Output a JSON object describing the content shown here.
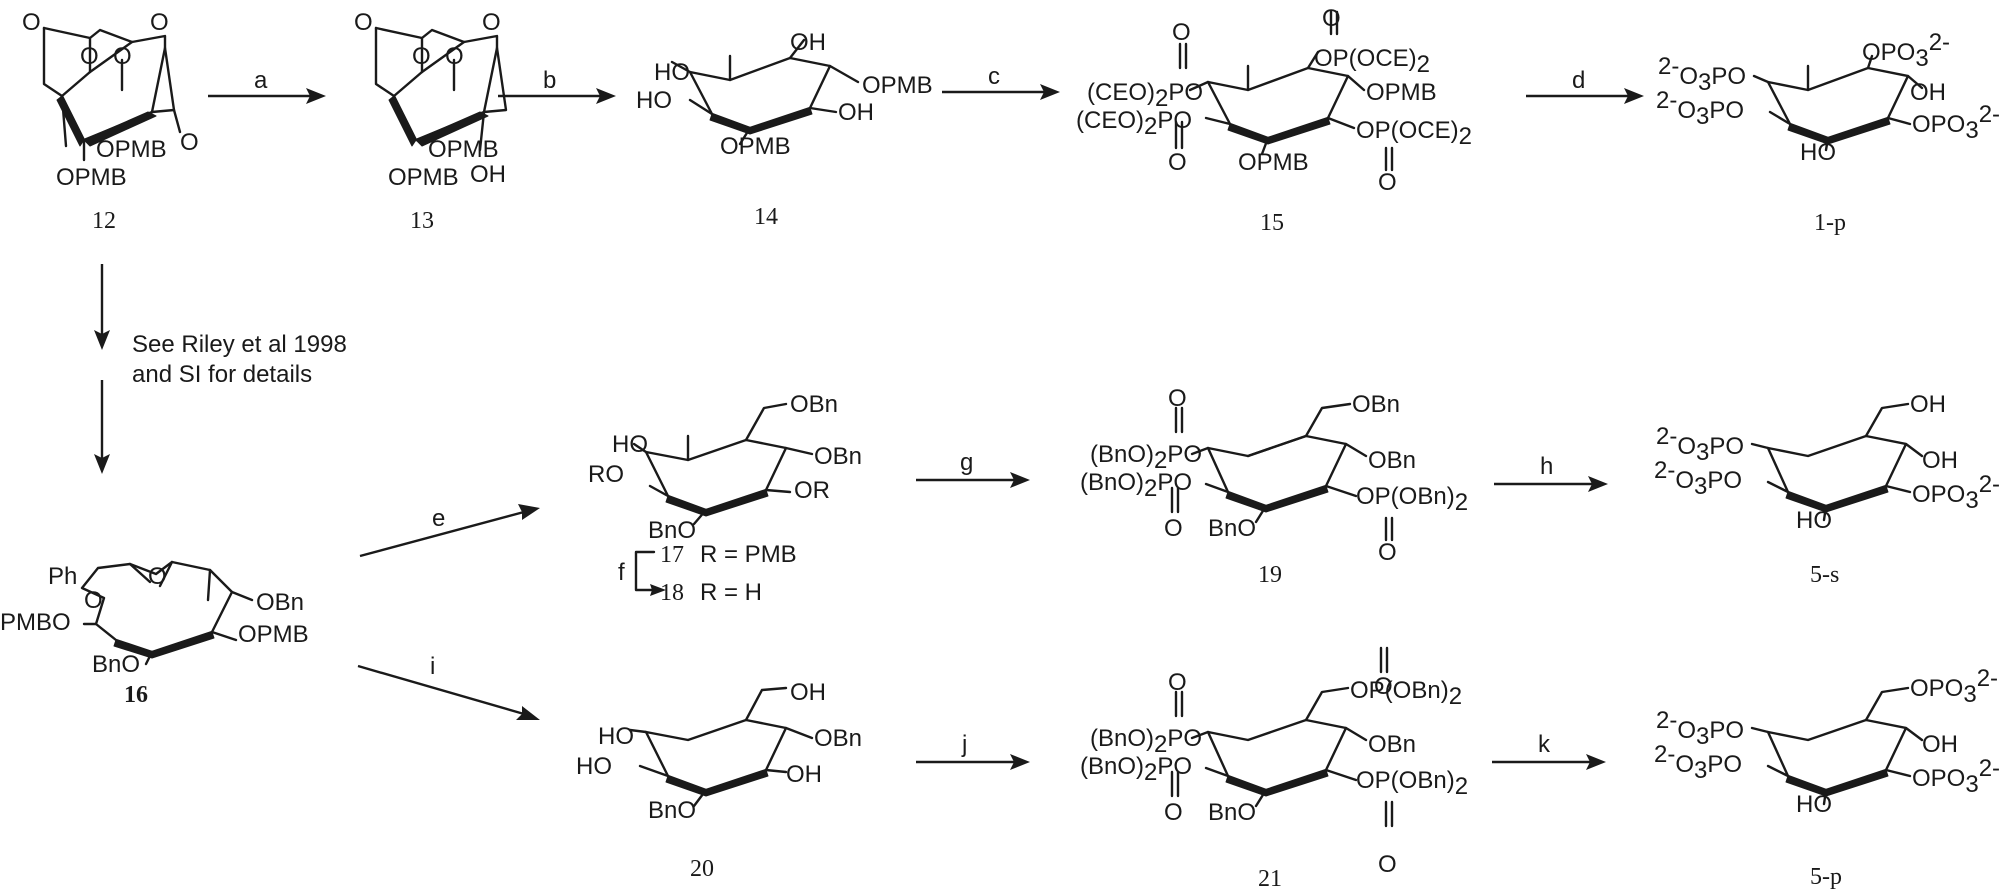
{
  "compound_labels": {
    "c12": "12",
    "c13": "13",
    "c14": "14",
    "c15": "15",
    "c1p": "1-p",
    "c16": "16",
    "c17": "17",
    "c18": "18",
    "c19": "19",
    "c5s": "5-s",
    "c20": "20",
    "c21": "21",
    "c5p": "5-p"
  },
  "step_labels": {
    "a": "a",
    "b": "b",
    "c": "c",
    "d": "d",
    "e": "e",
    "f": "f",
    "g": "g",
    "h": "h",
    "i": "i",
    "j": "j",
    "k": "k"
  },
  "note": {
    "line1": "See Riley et al 1998",
    "line2": "and SI for details"
  },
  "r_groups": {
    "r17": "R = PMB",
    "r18": "R = H"
  },
  "groups": {
    "opmb": "OPMB",
    "pmbo": "PMBO",
    "oh": "OH",
    "ho": "HO",
    "o": "O",
    "obn": "OBn",
    "bno": "BnO",
    "or": "OR",
    "ro": "RO",
    "ph": "Ph",
    "ceo2p": "(CEO)",
    "bno2p": "(BnO)",
    "p": "P",
    "sub2": "2",
    "opoce": "OP(OCE)",
    "opobn": "OP(OBn)",
    "opo3": "OPO",
    "sub3": "3",
    "charge": "2-",
    "o3po": "O",
    "po": "PO"
  }
}
